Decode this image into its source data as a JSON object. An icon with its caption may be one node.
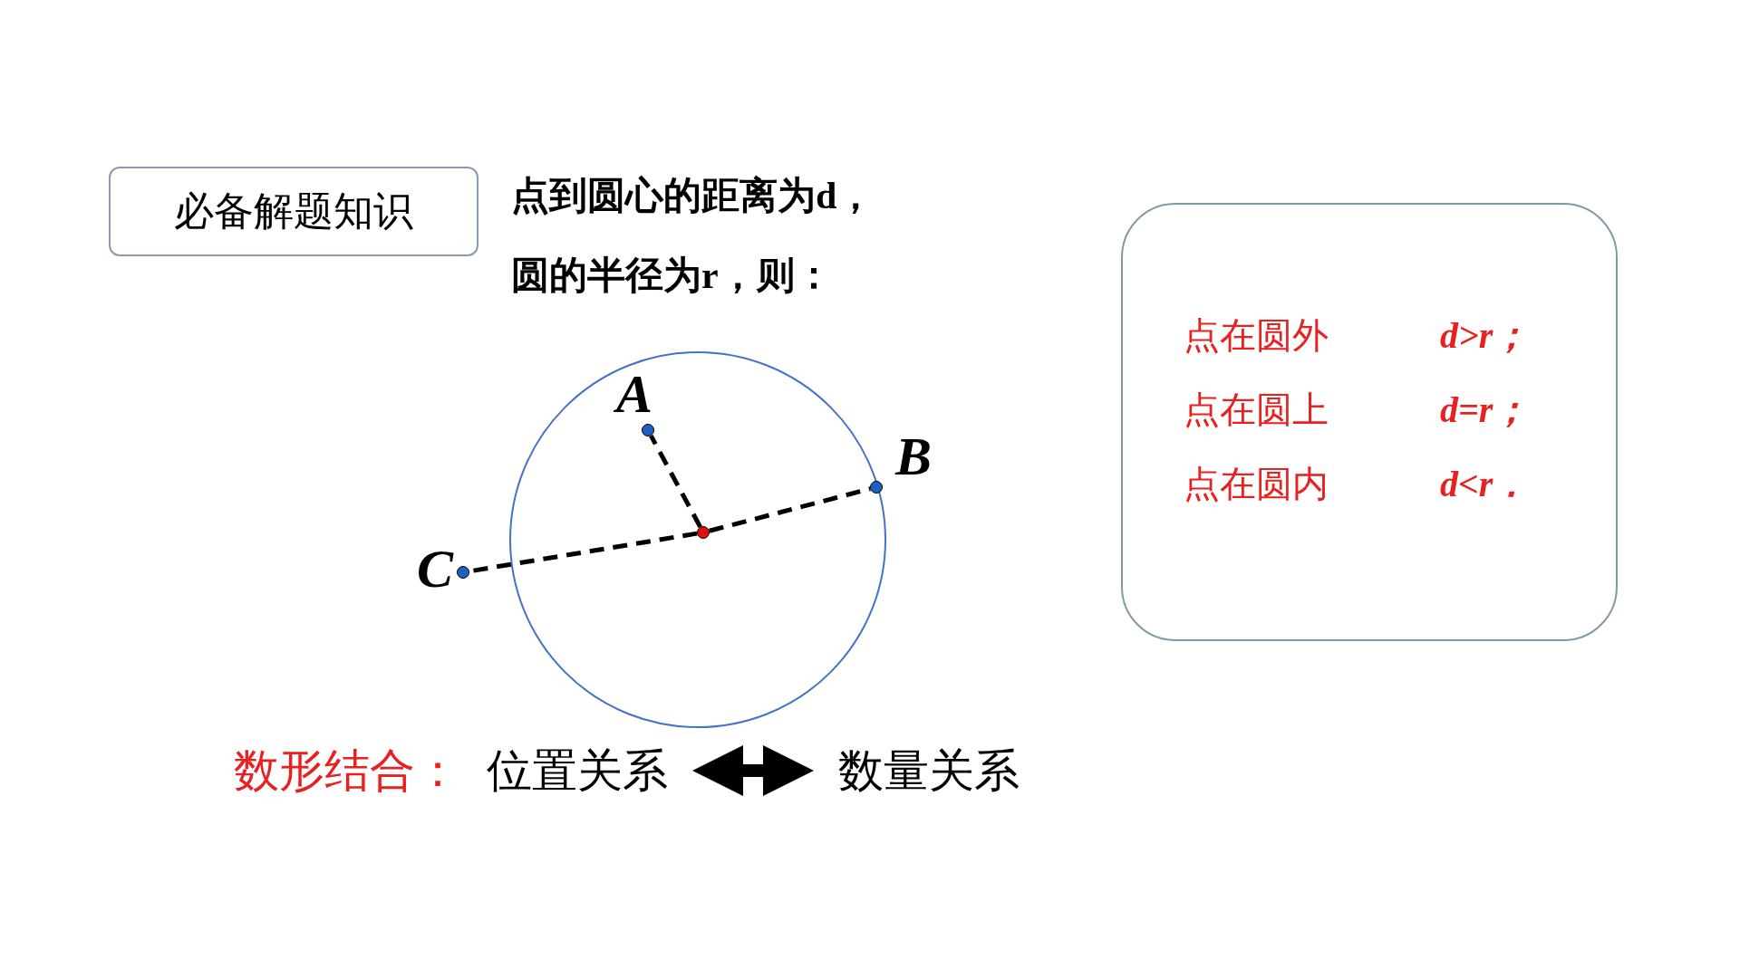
{
  "diagram": {
    "nodes": [
      {
        "text": [
          "必备解题知识"
        ]
      },
      {
        "text": [],
        "shape": "circle",
        "beside": [
          "A"
        ]
      },
      {
        "text": [],
        "shape": "circle",
        "beside": [
          "B"
        ]
      },
      {
        "text": [],
        "shape": "circle"
      },
      {
        "text": [],
        "shape": "circle",
        "beside": [
          "C"
        ]
      },
      {
        "text": [
          "点在圆外",
          "d>r；",
          "点在圆上",
          "d=r；",
          "点在圆内",
          "d<r．"
        ]
      },
      {
        "text": [
          "位置关系"
        ]
      },
      {
        "text": [
          "数量关系"
        ]
      }
    ],
    "edges": [
      {
        "from": 3,
        "to": 1,
        "arrow": "none",
        "style": "dashed"
      },
      {
        "from": 3,
        "to": 2,
        "arrow": "none",
        "style": "dashed"
      },
      {
        "from": 3,
        "to": 4,
        "arrow": "none",
        "style": "dashed"
      },
      {
        "from": 6,
        "to": 7,
        "arrow": "both",
        "style": "thick"
      }
    ],
    "labels": [
      "点到圆心的距离为d，圆的半径为r，则：",
      "数形结合："
    ]
  }
}
